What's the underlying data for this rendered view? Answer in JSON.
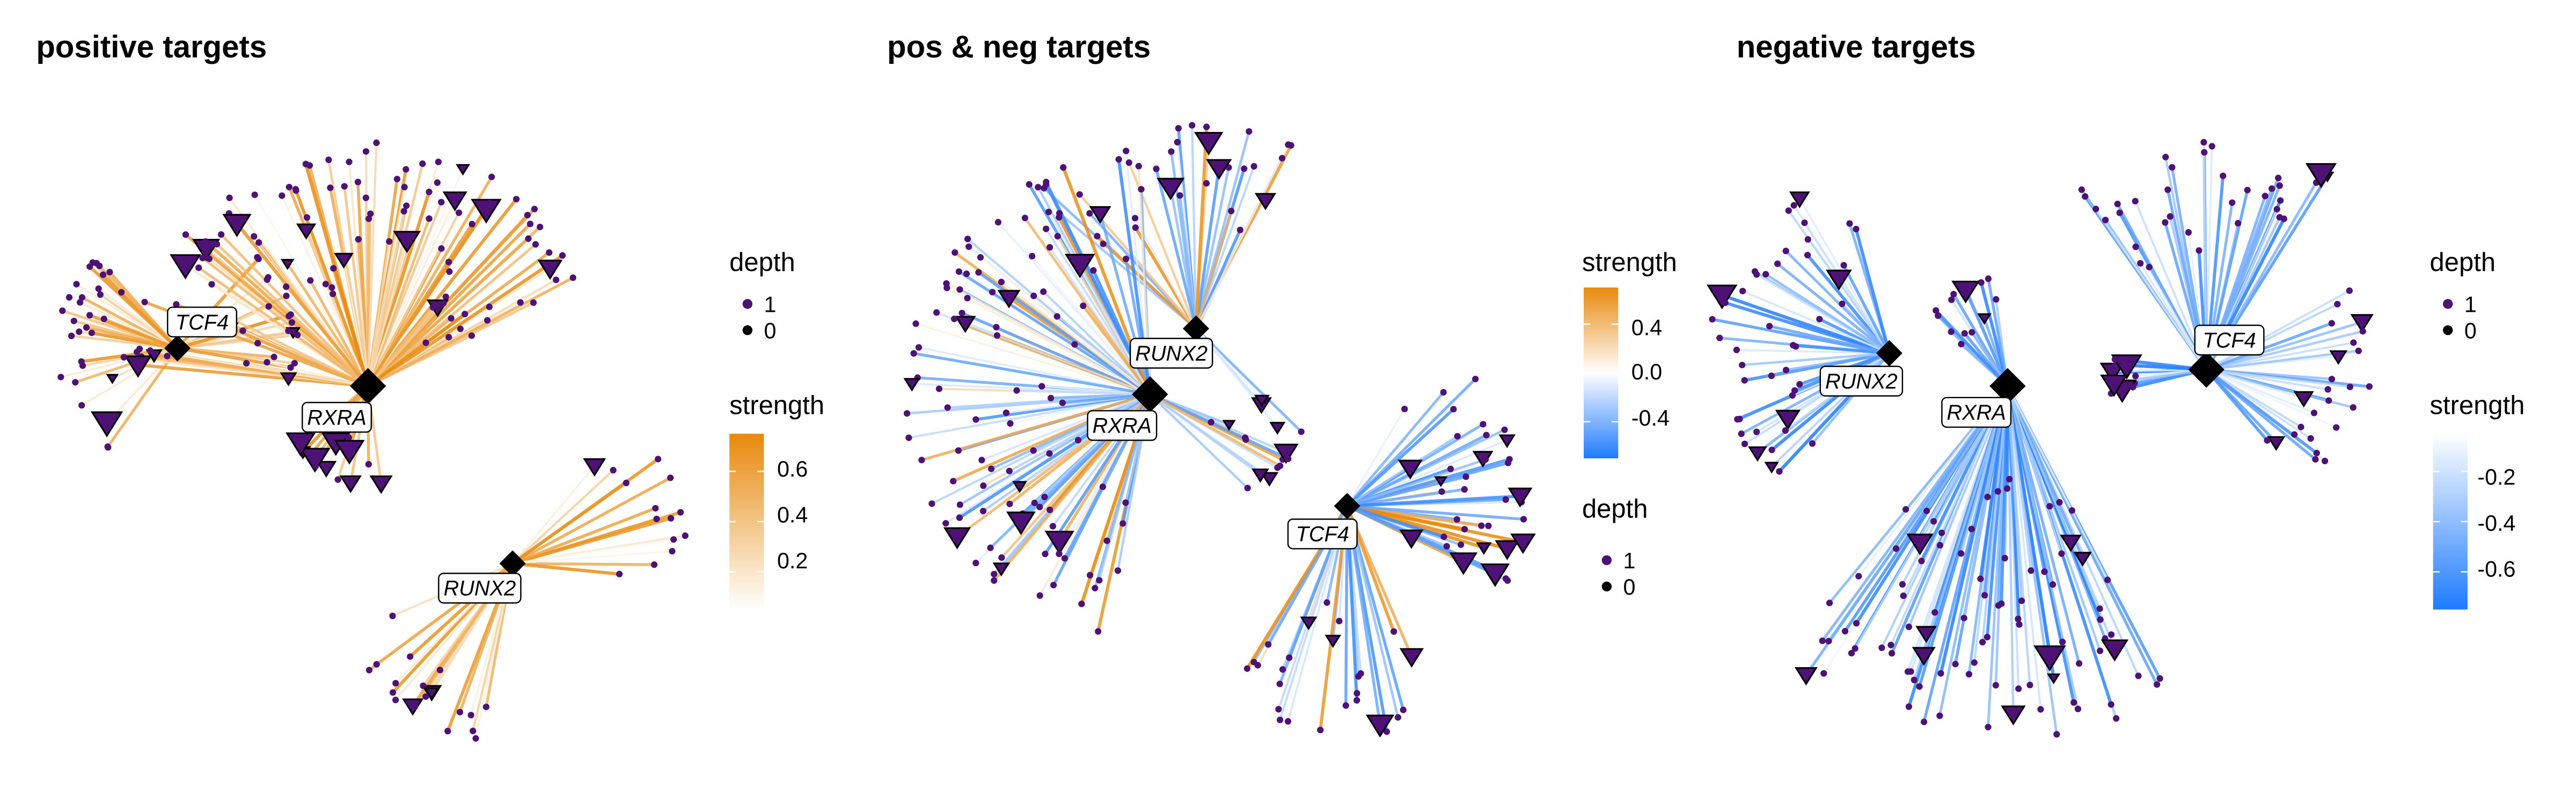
{
  "panels": [
    {
      "title": "positive targets",
      "hubs": [
        "TCF4",
        "RXRA",
        "RUNX2"
      ],
      "legend": {
        "depth_title": "depth",
        "depth_levels": [
          "1",
          "0"
        ],
        "strength_title": "strength",
        "strength_ticks": [
          "0.6",
          "0.4",
          "0.2"
        ],
        "strength_range": [
          0.05,
          0.75
        ],
        "tick_values": [
          0.6,
          0.4,
          0.2
        ]
      }
    },
    {
      "title": "pos & neg targets",
      "hubs": [
        "RUNX2",
        "RXRA",
        "TCF4"
      ],
      "legend": {
        "strength_title": "strength",
        "strength_ticks": [
          "0.4",
          "0.0",
          "-0.4"
        ],
        "strength_range": [
          -0.7,
          0.7
        ],
        "tick_values": [
          0.4,
          0.0,
          -0.4
        ],
        "depth_title": "depth",
        "depth_levels": [
          "1",
          "0"
        ]
      }
    },
    {
      "title": "negative targets",
      "hubs": [
        "RUNX2",
        "RXRA",
        "TCF4"
      ],
      "legend": {
        "depth_title": "depth",
        "depth_levels": [
          "1",
          "0"
        ],
        "strength_title": "strength",
        "strength_ticks": [
          "-0.2",
          "-0.4",
          "-0.6"
        ],
        "strength_range": [
          -0.75,
          -0.05
        ],
        "tick_values": [
          -0.2,
          -0.4,
          -0.6
        ]
      }
    }
  ],
  "colors": {
    "positive": "#E8890C",
    "zero": "#FFFFFF",
    "negative": "#1E7BFF",
    "depth1": "#4E1175",
    "depth0": "#000000"
  }
}
